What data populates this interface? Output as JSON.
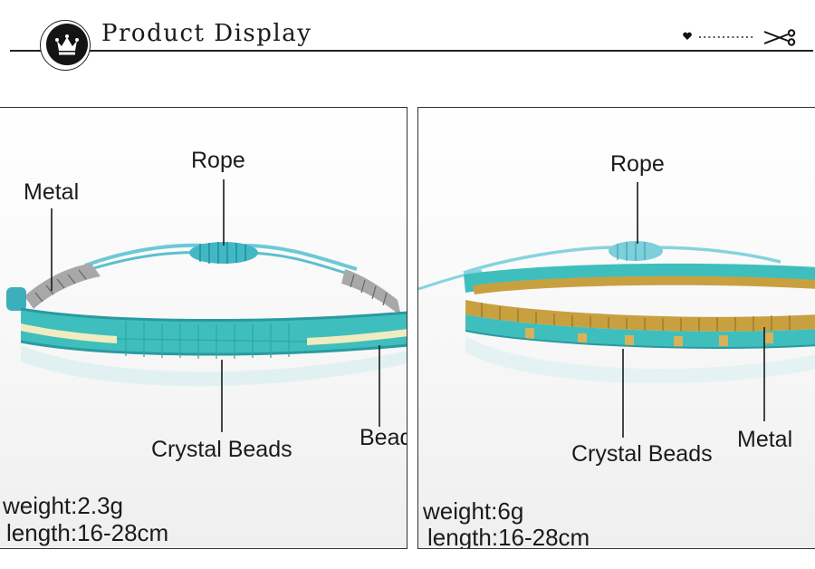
{
  "header": {
    "title": "Product Display",
    "badge_icon": "crown-icon",
    "decoration_icons": [
      "heart-icon",
      "scissors-icon"
    ]
  },
  "products": [
    {
      "callouts": {
        "rope": "Rope",
        "metal": "Metal",
        "crystal": "Crystal Beads",
        "beads": "Beads"
      },
      "weight": "weight:2.3g",
      "length": "length:16-28cm",
      "colors": {
        "cord": "#5cc4d0",
        "bead": "#3ebfbd",
        "seed": "#f0ecc0",
        "metal": "#9c9c9c"
      }
    },
    {
      "callouts": {
        "rope": "Rope",
        "crystal": "Crystal Beads",
        "metal": "Metal"
      },
      "weight": "weight:6g",
      "length": "length:16-28cm",
      "colors": {
        "cord": "#7ccfdb",
        "bead": "#3ebfbd",
        "gold": "#c9a040"
      }
    }
  ]
}
